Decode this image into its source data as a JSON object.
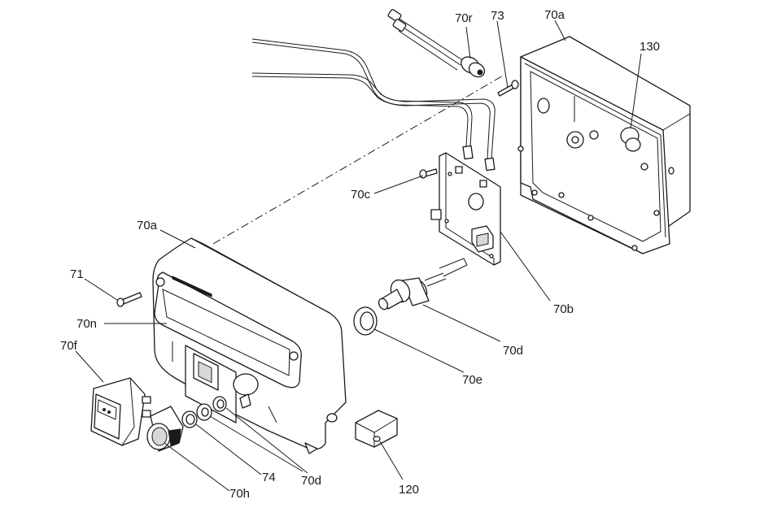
{
  "labels": {
    "r70r": "70r",
    "r73": "73",
    "r70a_back": "70a",
    "r130": "130",
    "r70c": "70c",
    "r70a_front": "70a",
    "r71": "71",
    "r70n": "70n",
    "r70f": "70f",
    "r70b": "70b",
    "r70d_pot": "70d",
    "r70e": "70e",
    "r74": "74",
    "r70d_knob": "70d",
    "r70h": "70h",
    "r120": "120"
  }
}
